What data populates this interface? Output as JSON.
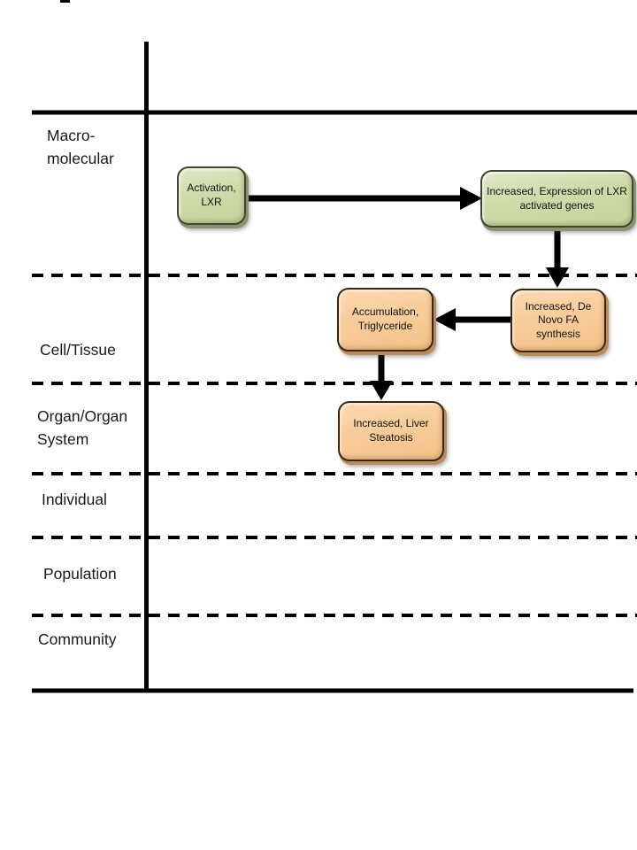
{
  "diagram": {
    "levels": [
      {
        "label": "Macro-molecular"
      },
      {
        "label": "Cell/Tissue"
      },
      {
        "label": "Organ/Organ System"
      },
      {
        "label": "Individual"
      },
      {
        "label": "Population"
      },
      {
        "label": "Community"
      }
    ],
    "nodes": [
      {
        "label": "Activation, LXR",
        "fill": "#ccd8a4"
      },
      {
        "label": "Increased, Expression of LXR activated genes",
        "fill": "#ccd8a4"
      },
      {
        "label": "Increased, De Novo FA synthesis",
        "fill": "#f7ca97"
      },
      {
        "label": "Accumulation, Triglyceride",
        "fill": "#f7ca97"
      },
      {
        "label": "Increased, Liver Steatosis",
        "fill": "#f7ca97"
      }
    ],
    "colors": {
      "green_fill": "#ccd8a4",
      "orange_fill": "#f7ca97",
      "line": "#000000"
    }
  }
}
